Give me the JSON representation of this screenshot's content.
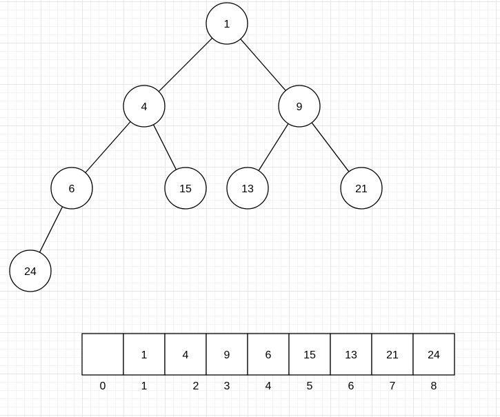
{
  "tree": {
    "nodes": [
      {
        "id": "n1",
        "label": "1"
      },
      {
        "id": "n4",
        "label": "4"
      },
      {
        "id": "n9",
        "label": "9"
      },
      {
        "id": "n6",
        "label": "6"
      },
      {
        "id": "n15",
        "label": "15"
      },
      {
        "id": "n13",
        "label": "13"
      },
      {
        "id": "n21",
        "label": "21"
      },
      {
        "id": "n24",
        "label": "24"
      }
    ],
    "edges": [
      [
        "n1",
        "n4"
      ],
      [
        "n1",
        "n9"
      ],
      [
        "n4",
        "n6"
      ],
      [
        "n4",
        "n15"
      ],
      [
        "n9",
        "n13"
      ],
      [
        "n9",
        "n21"
      ],
      [
        "n6",
        "n24"
      ]
    ]
  },
  "array": {
    "cells": [
      "",
      "1",
      "4",
      "9",
      "6",
      "15",
      "13",
      "21",
      "24"
    ],
    "indices": [
      "0",
      "1",
      "2",
      "3",
      "4",
      "5",
      "6",
      "7",
      "8"
    ]
  }
}
